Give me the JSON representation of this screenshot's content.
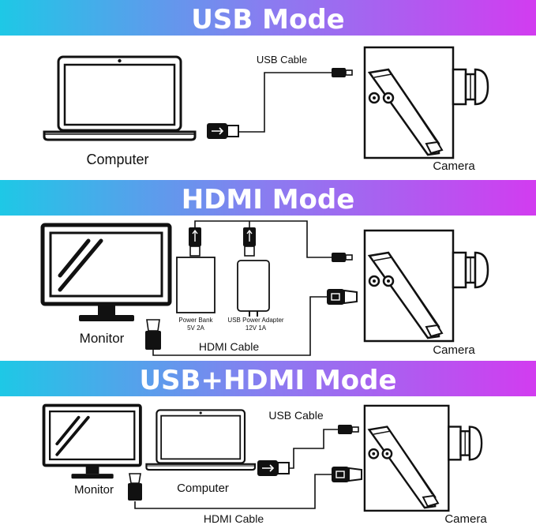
{
  "colors": {
    "banner_start": "#1ec8e6",
    "banner_mid": "#8a7cf0",
    "banner_end": "#d23cf0",
    "banner_text": "#ffffff",
    "line": "#111111"
  },
  "sections": [
    {
      "title": "USB Mode",
      "labels": {
        "computer": "Computer",
        "camera": "Camera",
        "usb_cable": "USB Cable"
      }
    },
    {
      "title": "HDMI Mode",
      "labels": {
        "monitor": "Monitor",
        "camera": "Camera",
        "hdmi_cable": "HDMI Cable",
        "power_bank": "Power Bank",
        "power_bank_spec": "5V 2A",
        "adapter": "USB Power Adapter",
        "adapter_spec": "12V 1A"
      }
    },
    {
      "title": "USB+HDMI Mode",
      "labels": {
        "monitor": "Monitor",
        "computer": "Computer",
        "camera": "Camera",
        "usb_cable": "USB Cable",
        "hdmi_cable": "HDMI Cable"
      }
    }
  ]
}
